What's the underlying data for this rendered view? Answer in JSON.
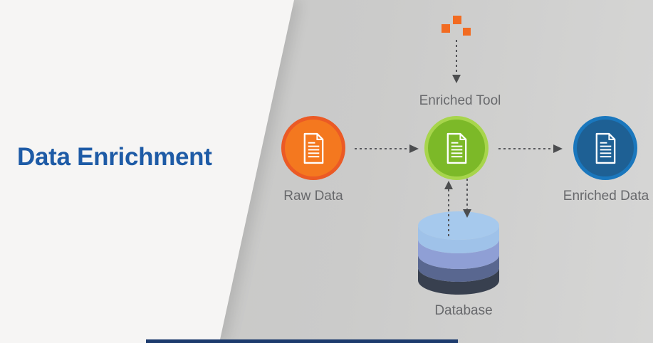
{
  "slide": {
    "title": "Data Enrichment",
    "title_color": "#1e5ba6",
    "panel_color": "#f6f5f4",
    "background_color": "#cbcbca",
    "accent_bar_color": "#1d3b6d"
  },
  "diagram": {
    "label_color": "#68696c",
    "arrow_color": "#55565a",
    "nodes": {
      "raw_data": {
        "label": "Raw Data",
        "icon": "document-icon",
        "ring_color": "#eb5a25",
        "fill_color": "#f4781f"
      },
      "enrichment": {
        "icon": "document-icon",
        "ring_color": "#a7d54c",
        "fill_color": "#7cb928"
      },
      "enriched_data": {
        "label": "Enriched Data",
        "icon": "document-icon",
        "ring_color": "#1a77bd",
        "fill_color": "#1e6094"
      },
      "enriched_tool": {
        "label": "Enriched Tool",
        "icon": "squares-cluster-icon",
        "square_color": "#f26b21"
      },
      "database": {
        "label": "Database",
        "icon": "database-cylinder-icon",
        "layer_colors": [
          "#a6c9ed",
          "#9fc2e9",
          "#8f9fd5",
          "#596790",
          "#38404f"
        ]
      }
    },
    "edges": [
      {
        "from": "raw_data",
        "to": "enrichment",
        "style": "dashed-arrow-right"
      },
      {
        "from": "enrichment",
        "to": "enriched_data",
        "style": "dashed-arrow-right"
      },
      {
        "from": "enriched_tool",
        "to": "enrichment",
        "style": "dashed-arrow-down"
      },
      {
        "from": "database",
        "to": "enrichment",
        "style": "dashed-arrow-up"
      },
      {
        "from": "enrichment",
        "to": "database",
        "style": "dashed-arrow-down"
      }
    ]
  }
}
